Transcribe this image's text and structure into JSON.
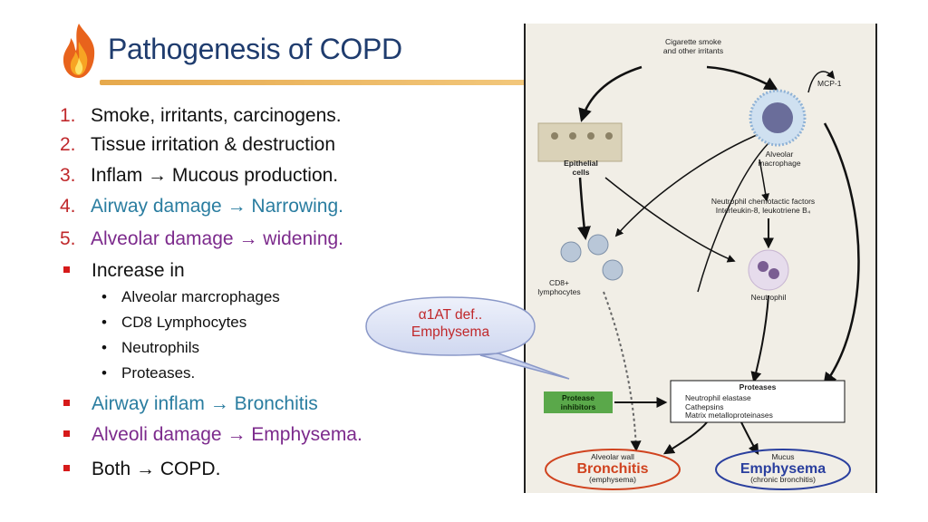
{
  "slide": {
    "title": "Pathogenesis of COPD",
    "numbered": [
      {
        "num": "1.",
        "text": "Smoke, irritants, carcinogens."
      },
      {
        "num": "2.",
        "text": "Tissue irritation & destruction"
      },
      {
        "num": "3.",
        "pre": "Inflam",
        "arrow": "→",
        "post": "Mucous production."
      },
      {
        "num": "4.",
        "pre": "Airway damage",
        "arrow": "→",
        "post": "Narrowing."
      },
      {
        "num": "5.",
        "pre": "Alveolar damage",
        "arrow": "→",
        "post": "widening."
      }
    ],
    "increase": {
      "label": "Increase in",
      "subs": [
        "Alveolar marcrophages",
        "CD8 Lymphocytes",
        "Neutrophils",
        "Proteases."
      ]
    },
    "bullets": [
      {
        "pre": "Airway inflam",
        "arrow": "→",
        "post": "Bronchitis"
      },
      {
        "pre": "Alveoli damage",
        "arrow": "→",
        "post": "Emphysema."
      },
      {
        "pre": "Both",
        "arrow": "→",
        "post": "COPD."
      }
    ],
    "callout": {
      "line1": "α1AT def..",
      "line2": "Emphysema"
    }
  },
  "diagram": {
    "smoke": [
      "Cigarette smoke",
      "and other irritants"
    ],
    "mcp": "MCP-1",
    "macrophage": [
      "Alveolar",
      "macrophage"
    ],
    "epithelial": [
      "Epithelial",
      "cells"
    ],
    "factors": [
      "Neutrophil chemotactic factors",
      "Interleukin-8, leukotriene B₄"
    ],
    "cd8": [
      "CD8+",
      "lymphocytes"
    ],
    "neutrophil": "Neutrophil",
    "protease_inhibitors": [
      "Protease",
      "inhibitors"
    ],
    "proteases": {
      "title": "Proteases",
      "items": [
        "Neutrophil elastase",
        "Cathepsins",
        "Matrix metalloproteinases"
      ]
    },
    "bronchitis": {
      "top": "Alveolar wall",
      "main": "Bronchitis",
      "bottom": "(emphysema)"
    },
    "emphysema": {
      "top": "Mucus",
      "main": "Emphysema",
      "bottom": "(chronic bronchitis)"
    }
  },
  "colors": {
    "title": "#1f3c6e",
    "number": "#c0282b",
    "blue": "#2a7da0",
    "purple": "#7c2a8c",
    "accent": "#e6a94c",
    "bullet": "#d61a1a"
  }
}
